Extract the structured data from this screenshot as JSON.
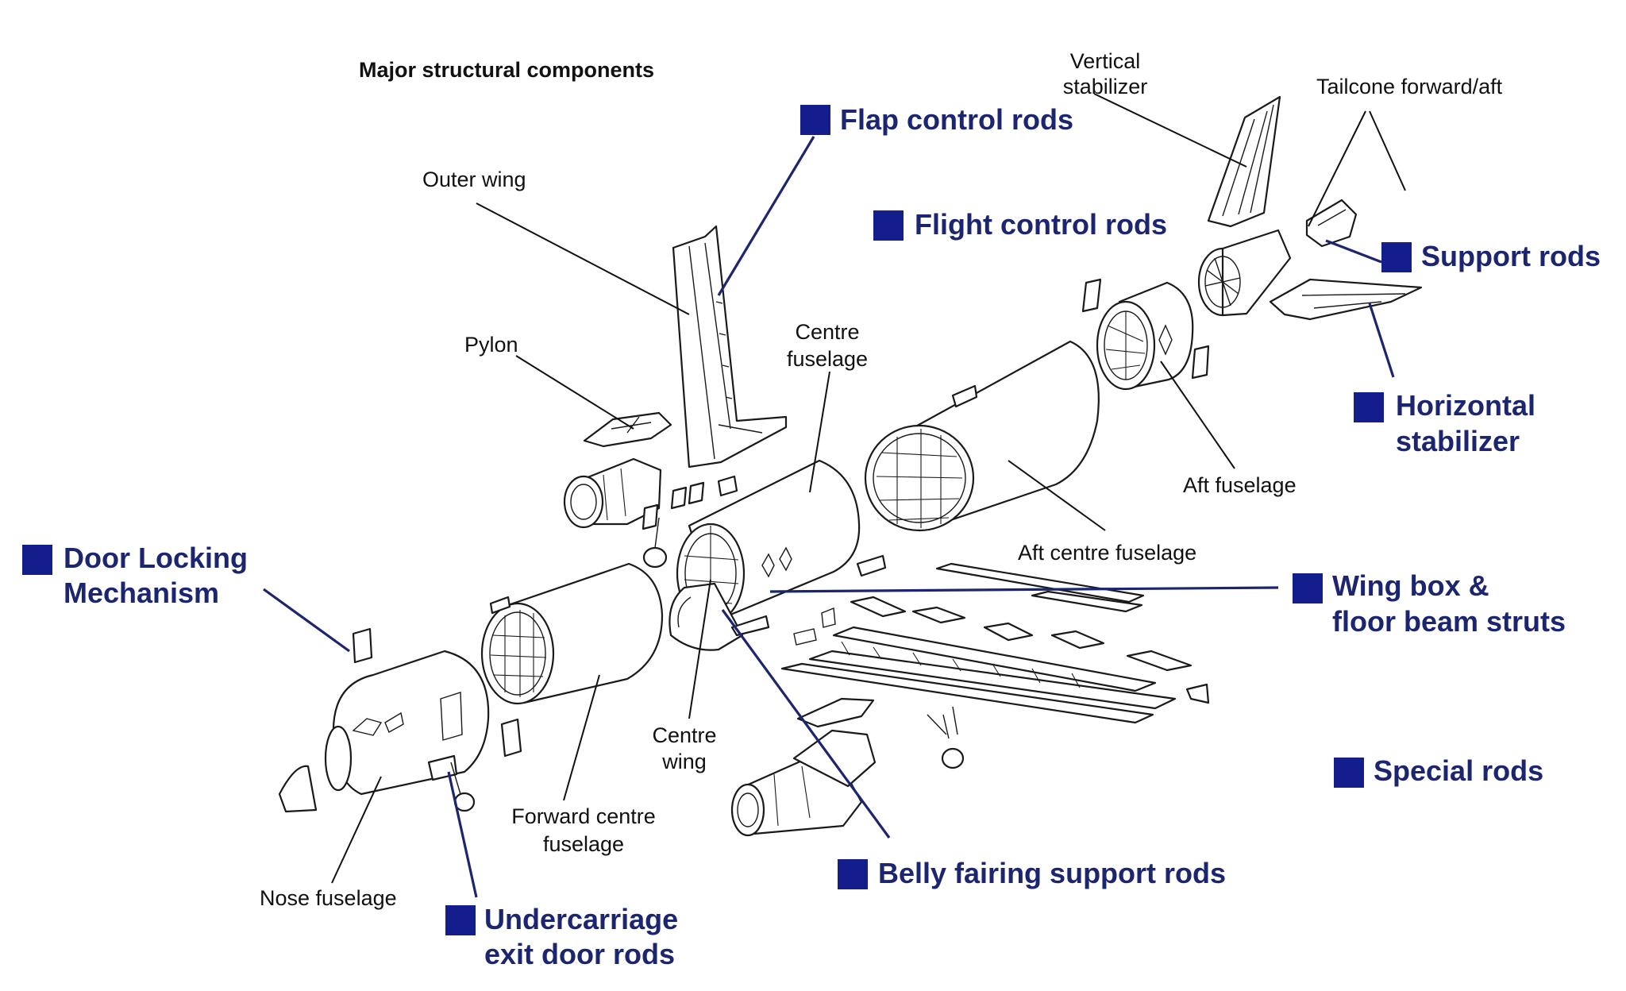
{
  "title": "Major structural components",
  "component_labels": {
    "vertical_stabilizer": [
      "Vertical",
      "stabilizer"
    ],
    "tailcone": "Tailcone forward/aft",
    "outer_wing": "Outer wing",
    "pylon": "Pylon",
    "centre_fuselage": [
      "Centre",
      "fuselage"
    ],
    "aft_fuselage": "Aft fuselage",
    "aft_centre_fuselage": "Aft centre fuselage",
    "centre_wing": [
      "Centre",
      "wing"
    ],
    "forward_centre_fuselage": [
      "Forward centre",
      "fuselage"
    ],
    "nose_fuselage": "Nose fuselage"
  },
  "rod_labels": {
    "flap_control_rods": "Flap control rods",
    "flight_control_rods": "Flight control rods",
    "support_rods": "Support rods",
    "horizontal_stabilizer": [
      "Horizontal",
      "stabilizer"
    ],
    "door_locking_mechanism": [
      "Door Locking",
      "Mechanism"
    ],
    "wing_box_floor_beam_struts": [
      "Wing box &",
      "floor beam struts"
    ],
    "special_rods": "Special rods",
    "belly_fairing_support_rods": "Belly fairing support rods",
    "undercarriage_exit_door_rods": [
      "Undercarriage",
      "exit door rods"
    ]
  },
  "colors": {
    "marker": "#141d8c",
    "rod_label_text": "#1c2570",
    "line_art": "#1a1a1a"
  }
}
